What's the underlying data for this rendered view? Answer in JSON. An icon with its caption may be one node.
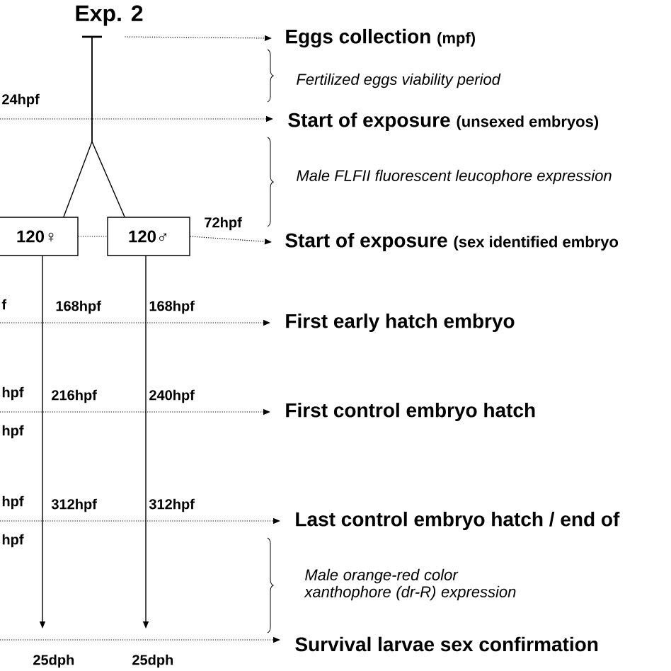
{
  "diagram": {
    "title": "Exp. 2",
    "nodes": [
      {
        "text": [],
        "shape": "bar"
      },
      {
        "text": [
          "120♀"
        ]
      },
      {
        "text": [
          "120♂"
        ]
      },
      {
        "text": [
          "Eggs collection",
          "(mpf)"
        ]
      },
      {
        "text": [
          "Start of exposure",
          "(unsexed embryos)"
        ]
      },
      {
        "text": [
          "Start of exposure",
          "(sex identified embryo"
        ]
      },
      {
        "text": [
          "First early hatch embryo"
        ]
      },
      {
        "text": [
          "First control embryo hatch"
        ]
      },
      {
        "text": [
          "Last control embryo hatch / end of"
        ]
      },
      {
        "text": [
          "Survival larvae sex confirmation"
        ]
      }
    ],
    "edges": [
      {
        "from": 0,
        "to": 1,
        "arrow": "none"
      },
      {
        "from": 0,
        "to": 2,
        "arrow": "none"
      },
      {
        "from": 0,
        "to": 3,
        "arrow": "to",
        "style": "dashed"
      },
      {
        "from": null,
        "to": 4,
        "arrow": "to",
        "style": "dashed"
      },
      {
        "from": 1,
        "to": 2,
        "arrow": "none",
        "style": "dashed"
      },
      {
        "from": 2,
        "to": 5,
        "arrow": "to",
        "style": "dashed"
      },
      {
        "from": null,
        "to": 6,
        "arrow": "to",
        "style": "dashed"
      },
      {
        "from": null,
        "to": 7,
        "arrow": "to",
        "style": "dashed"
      },
      {
        "from": null,
        "to": 8,
        "arrow": "to",
        "style": "dashed"
      },
      {
        "from": null,
        "to": 9,
        "arrow": "to",
        "style": "dashed"
      },
      {
        "from": 1,
        "to": null,
        "arrow": "to"
      },
      {
        "from": 2,
        "to": null,
        "arrow": "to"
      }
    ],
    "labels": [
      "Fertilized eggs viability period",
      "24hpf",
      "Male FLFII fluorescent leucophore expression",
      "72hpf",
      "f",
      "168hpf",
      "168hpf",
      "hpf",
      "216hpf",
      "240hpf",
      "hpf",
      "hpf",
      "312hpf",
      "312hpf",
      "hpf",
      "Male orange-red color xanthophore (dr-R) expression",
      "25dph",
      "25dph"
    ]
  }
}
